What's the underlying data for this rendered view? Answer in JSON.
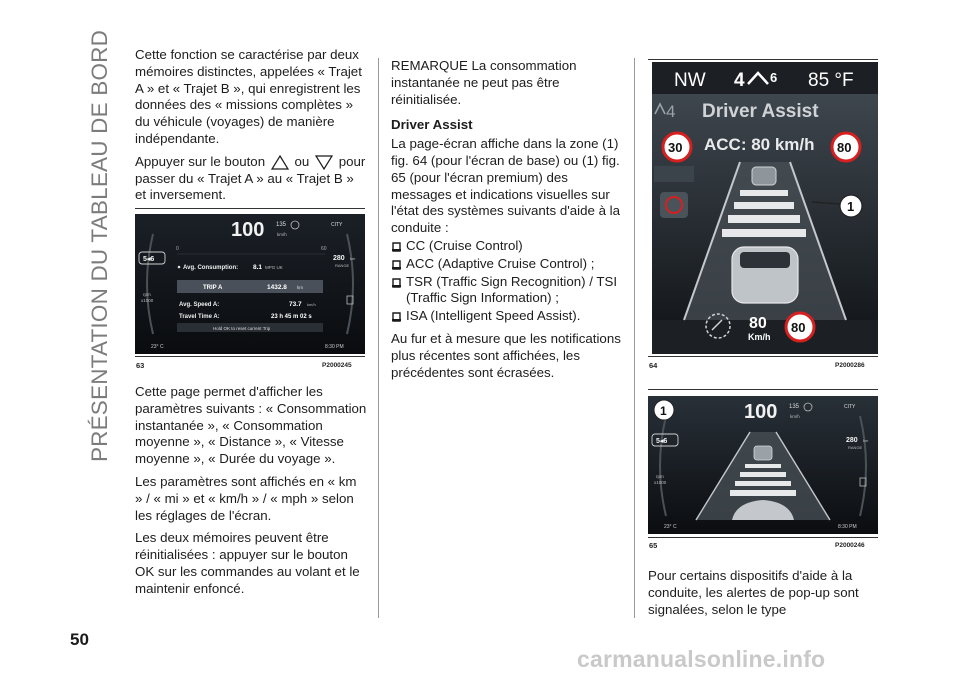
{
  "side_title": "PRÉSENTATION DU TABLEAU DE BORD",
  "page_number": "50",
  "watermark": "carmanualsonline.info",
  "col1": {
    "p1": "Cette fonction se caractérise par deux mémoires distinctes, appelées « Trajet A » et « Trajet B », qui enregistrent les données des « missions complètes » du véhicule (voyages) de manière indépendante.",
    "p2_before": "Appuyer sur le bouton",
    "p2_mid": "ou",
    "p2_after": "pour passer du « Trajet A » au « Trajet B » et inversement.",
    "p3": "Cette page permet d'afficher les paramètres suivants : « Consommation instantanée », « Consommation moyenne », « Distance », « Vitesse moyenne », « Durée du voyage ».",
    "p4": "Les paramètres sont affichés en « km » / « mi » et « km/h » / « mph » selon les réglages de l'écran.",
    "p5": "Les deux mémoires peuvent être réinitialisées : appuyer sur le bouton OK sur les commandes au volant et le maintenir enfoncé."
  },
  "fig63": {
    "num": "63",
    "code": "P2000245",
    "speed": "100",
    "limit": "135",
    "limit_unit": "km/h",
    "city": "CITY",
    "gear": "5◂6",
    "rpm": "rpm",
    "rpm_x": "x1000",
    "scale0": "0",
    "scale60": "60",
    "range_val": "280",
    "range_unit": "km",
    "range_label": "RANGE",
    "avg_cons_label": "Avg. Consumption:",
    "avg_cons_val": "8.1",
    "avg_cons_unit": "MPG UK",
    "trip_label": "TRIP A",
    "trip_val": "1432.8",
    "trip_unit": "km",
    "avg_speed_label": "Avg. Speed A:",
    "avg_speed_val": "73.7",
    "avg_speed_unit": "km/h",
    "travel_label": "Travel Time A:",
    "travel_val": "23 h 45 m 02 s",
    "hold_hint": "Hold OK to reset current Trip",
    "temp": "23° C",
    "clock": "8:30 PM"
  },
  "col2": {
    "remark": "REMARQUE La consommation instantanée ne peut pas être réinitialisée.",
    "heading": "Driver Assist",
    "p1": "La page-écran affiche dans la zone (1) fig. 64 (pour l'écran de base) ou (1) fig. 65 (pour l'écran premium) des messages et indications visuelles sur l'état des systèmes suivants d'aide à la conduite :",
    "bullets": [
      "CC (Cruise Control)",
      "ACC (Adaptive Cruise Control) ;",
      "TSR (Traffic Sign Recognition) / TSI (Traffic Sign Information) ;",
      "ISA (Intelligent Speed Assist)."
    ],
    "p2": "Au fur et à mesure que les notifications plus récentes sont affichées, les précédentes sont écrasées."
  },
  "fig64": {
    "num": "64",
    "code": "P2000286",
    "heading": "NW",
    "gear_left": "4",
    "gear_right": "6",
    "temp": "85 °F",
    "gear_small": "4",
    "title": "Driver Assist",
    "acc": "ACC: 80 km/h",
    "sign_left": "30",
    "sign_right": "80",
    "callout": "1",
    "set_speed": "80",
    "set_unit": "Km/h",
    "sign_bottom": "80"
  },
  "fig65": {
    "num": "65",
    "code": "P2000246",
    "callout": "1",
    "speed": "100",
    "limit": "135",
    "limit_unit": "km/h",
    "city": "CITY",
    "gear": "5◂6",
    "rpm": "rpm",
    "rpm_x": "x1000",
    "range_val": "280",
    "range_unit": "km",
    "range_label": "RANGE",
    "temp": "23° C",
    "clock": "8:30 PM"
  },
  "col3": {
    "p1": "Pour certains dispositifs d'aide à la conduite, les alertes de pop-up sont signalées, selon le type"
  }
}
